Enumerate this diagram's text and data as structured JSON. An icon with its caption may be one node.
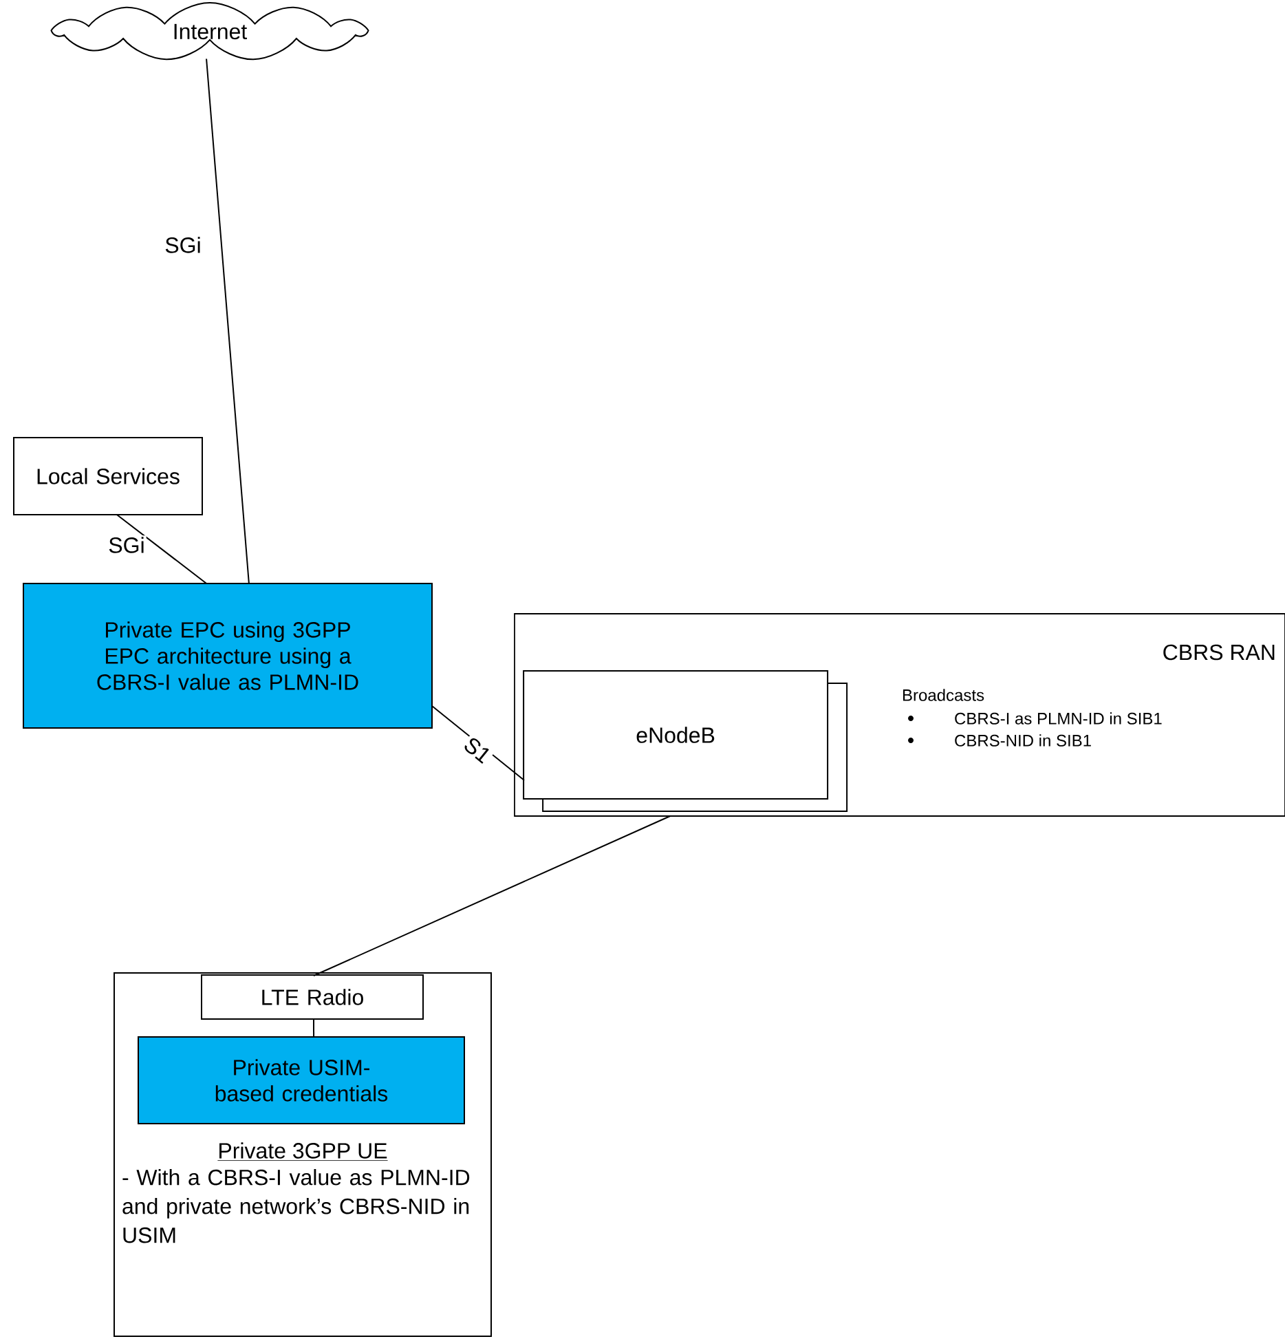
{
  "diagram": {
    "nodes": [
      {
        "text": [
          "Internet"
        ]
      },
      {
        "text": [
          "Local Services"
        ]
      },
      {
        "text": [
          "Private EPC using 3GPP EPC architecture using a CBRS-I value as PLMN-ID"
        ]
      },
      {
        "text": [
          "CBRS RAN",
          "Broadcasts",
          "CBRS-I as PLMN-ID in SIB1",
          "CBRS-NID in SIB1"
        ]
      },
      {
        "text": [
          "eNodeB"
        ],
        "in": 3
      },
      {
        "text": [
          "Private 3GPP UE",
          "- With a CBRS-I value as PLMN-ID and private network’s CBRS-NID in USIM"
        ]
      },
      {
        "text": [
          "LTE Radio"
        ],
        "in": 5
      },
      {
        "text": [
          "Private USIM-based credentials"
        ],
        "in": 5
      }
    ],
    "edges": [
      {
        "from": 0,
        "to": 2,
        "label": "SGi",
        "arrow": "none"
      },
      {
        "from": 1,
        "to": 2,
        "label": "SGi",
        "arrow": "none"
      },
      {
        "from": 2,
        "to": 4,
        "label": "S1",
        "arrow": "none"
      },
      {
        "from": 3,
        "to": 6,
        "arrow": "none"
      },
      {
        "from": 6,
        "to": 7,
        "arrow": "none"
      }
    ]
  }
}
